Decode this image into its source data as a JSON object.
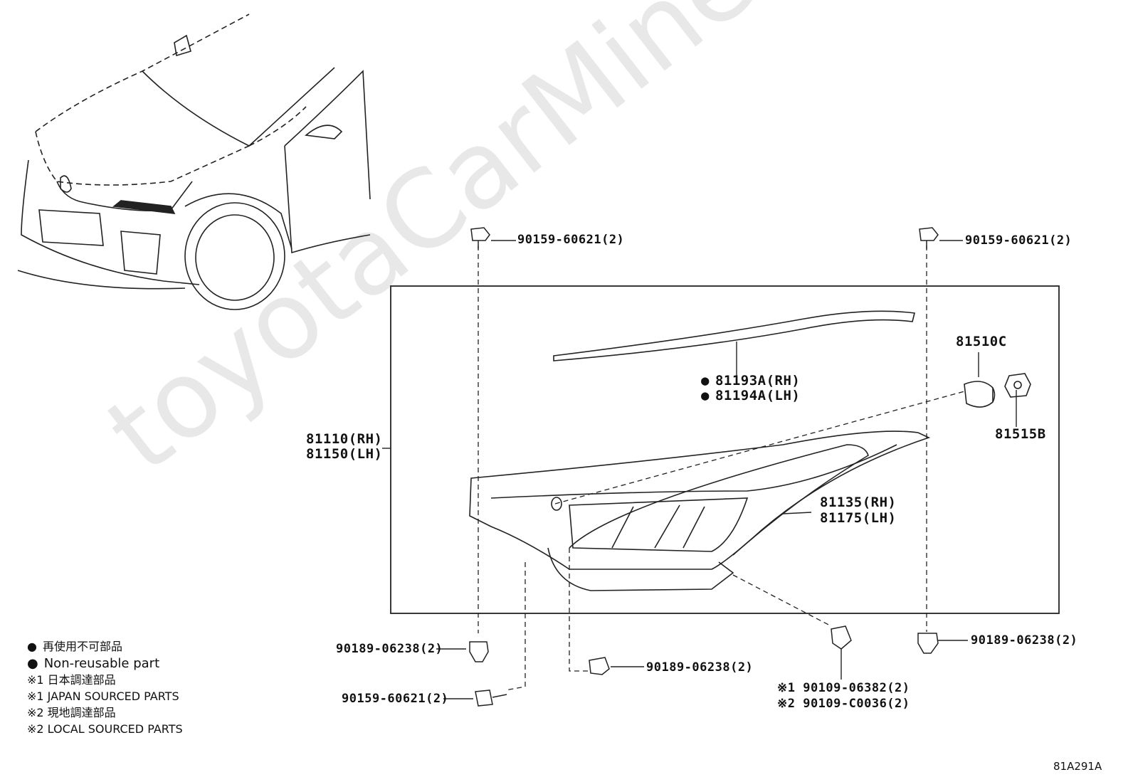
{
  "watermark": "toyotaCarMine.ru",
  "callouts": {
    "bolt_top_left": "90159-60621(2)",
    "bolt_top_right": "90159-60621(2)",
    "strip_rh": "81193A(RH)",
    "strip_lh": "81194A(LH)",
    "bulb": "81510C",
    "socket": "81515B",
    "assembly_rh": "81110(RH)",
    "assembly_lh": "81150(LH)",
    "lens_rh": "81135(RH)",
    "lens_lh": "81175(LH)",
    "clip_left": "90189-06238(2)",
    "bolt_bottom_left": "90159-60621(2)",
    "clip_center": "90189-06238(2)",
    "screw_1": "※1 90109-06382(2)",
    "screw_2": "※2 90109-C0036(2)",
    "clip_right": "90189-06238(2)"
  },
  "legend": {
    "non_reusable_jp": "再使用不可部品",
    "non_reusable_en": "Non-reusable part",
    "japan_jp": "※1 日本調達部品",
    "japan_en": "※1 JAPAN SOURCED PARTS",
    "local_jp": "※2 現地調達部品",
    "local_en": "※2 LOCAL SOURCED PARTS"
  },
  "figure_code": "81A291A"
}
